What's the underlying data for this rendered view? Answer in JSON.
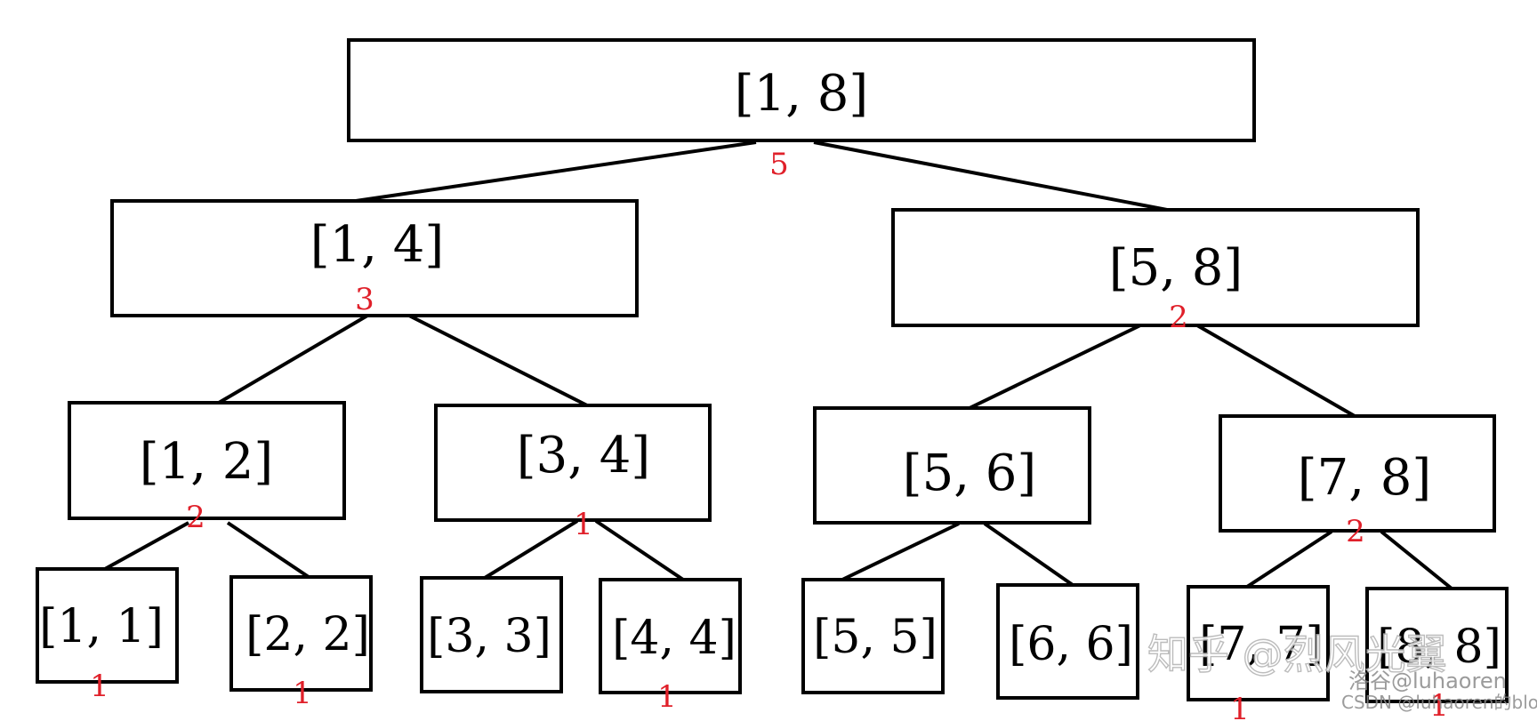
{
  "nodes": {
    "n18": {
      "label": "[1, 8]",
      "count": "5"
    },
    "n14": {
      "label": "[1, 4]",
      "count": "3"
    },
    "n58": {
      "label": "[5, 8]",
      "count": "2"
    },
    "n12": {
      "label": "[1, 2]",
      "count": "2"
    },
    "n34": {
      "label": "[3, 4]",
      "count": "1"
    },
    "n56": {
      "label": "[5, 6]",
      "count": ""
    },
    "n78": {
      "label": "[7, 8]",
      "count": "2"
    },
    "n11": {
      "label": "[1, 1]",
      "count": "1"
    },
    "n22": {
      "label": "[2, 2]",
      "count": "1"
    },
    "n33": {
      "label": "[3, 3]",
      "count": ""
    },
    "n44": {
      "label": "[4, 4]",
      "count": "1"
    },
    "n55": {
      "label": "[5, 5]",
      "count": ""
    },
    "n66": {
      "label": "[6, 6]",
      "count": ""
    },
    "n77": {
      "label": "[7, 7]",
      "count": "1"
    },
    "n88": {
      "label": "[8, 8]",
      "count": "1"
    }
  },
  "watermark": {
    "zhihu": "知乎 @烈风光翼",
    "luogu": "洛谷@luhaoren",
    "csdn": "CSDN @luhaoren的blog"
  }
}
